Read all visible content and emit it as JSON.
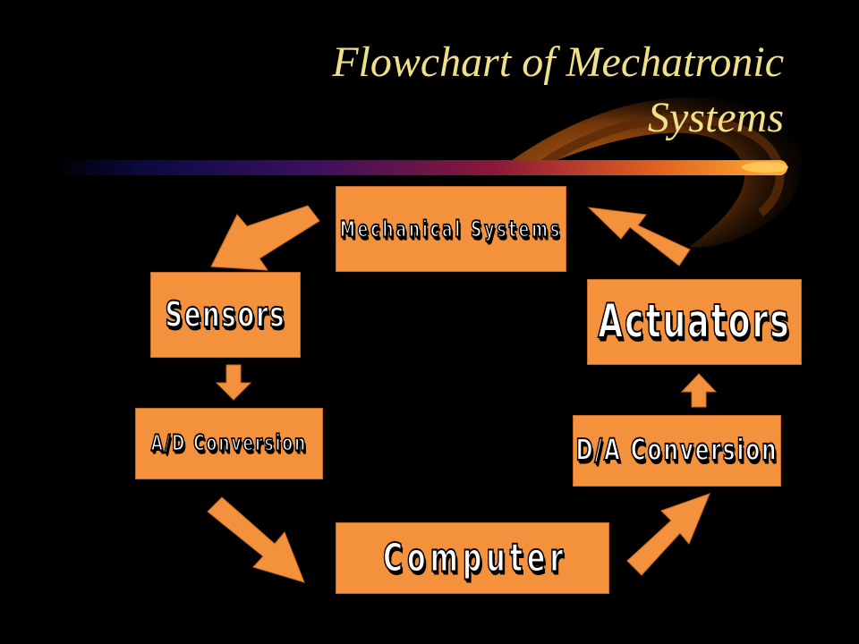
{
  "slide": {
    "title_line_1": "Flowchart of Mechatronic",
    "title_line_2": "Systems"
  },
  "nodes": {
    "mechanical_systems": "Mechanical Systems",
    "sensors": "Sensors",
    "actuators": "Actuators",
    "ad_conversion": "A/D Conversion",
    "da_conversion": "D/A Conversion",
    "computer": "Computer"
  },
  "colors": {
    "background": "#000000",
    "title_text": "#f0e08a",
    "box_fill": "#f4913d",
    "arrow_fill": "#f4913d",
    "label_text": "#ffffff",
    "label_outline": "#000000"
  }
}
